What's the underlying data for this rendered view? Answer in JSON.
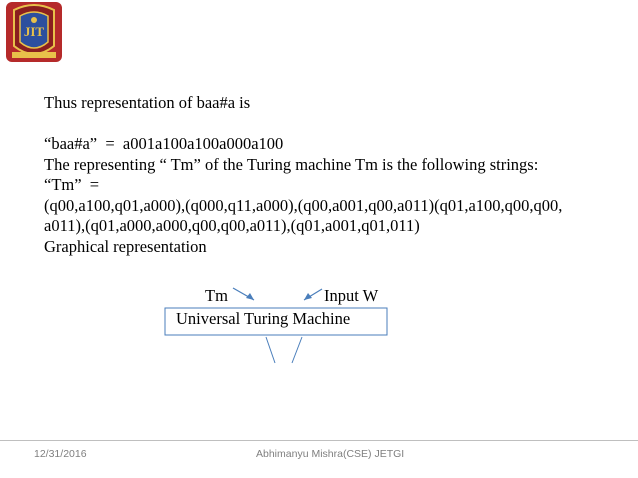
{
  "body": {
    "lines": [
      "Thus representation of baa#a is",
      "",
      "“baa#a”  =  a001a100a100a000a100",
      "The representing “ Tm” of the Turing machine Tm is the following strings:",
      "“Tm”  =",
      "(q00,a100,q01,a000),(q000,q11,a000),(q00,a001,q00,a011)(q01,a100,q00,q00,",
      "a011),(q01,a000,a000,q00,q00,a011),(q01,a001,q01,011)",
      "Graphical representation"
    ]
  },
  "diagram": {
    "input_tm": "Tm",
    "input_w": "Input W",
    "machine_label": "Universal Turing Machine",
    "accent_color": "#4a7ebb"
  },
  "footer": {
    "date": "12/31/2016",
    "author": "Abhimanyu Mishra(CSE) JETGI"
  }
}
